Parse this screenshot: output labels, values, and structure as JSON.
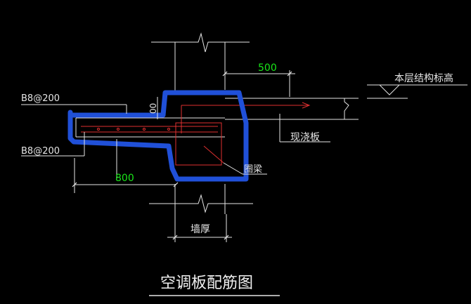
{
  "title": "空调板配筋图",
  "labels": {
    "rebar_top": "B8@200",
    "rebar_bottom": "B8@200",
    "floor_elevation": "本层结构标高",
    "cast_slab": "现浇板",
    "ring_beam": "圈梁",
    "wall_thickness": "墙厚"
  },
  "dimensions": {
    "dim_500": "500",
    "dim_800": "800",
    "dim_00": "00"
  },
  "colors": {
    "background": "#000000",
    "line": "#e6e6e6",
    "rebar": "#e03030",
    "dimension_text": "#19e619",
    "highlight": "#2050d8"
  }
}
